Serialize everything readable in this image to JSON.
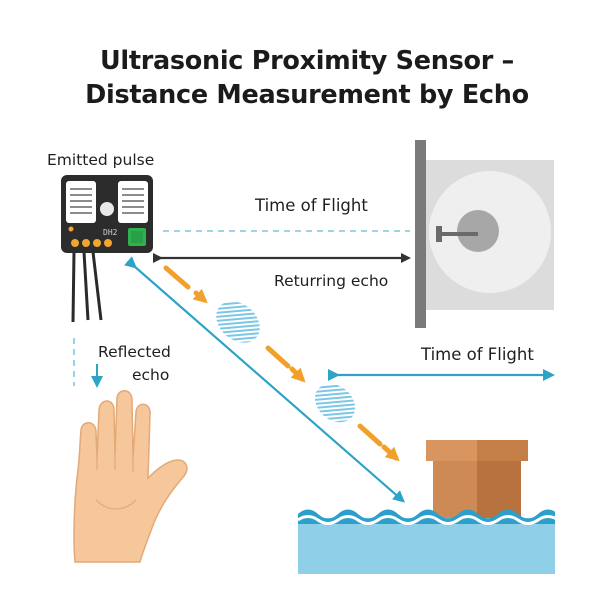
{
  "title": {
    "line1": "Ultrasonic Proximity Sensor –",
    "line2": "Distance Measurement by Echo"
  },
  "labels": {
    "emitted_pulse": "Emitted pulse",
    "time_of_flight_top": "Time of Flight",
    "returning_echo": "Returring echo",
    "reflected_echo_1": "Reflected",
    "reflected_echo_2": "echo",
    "time_of_flight_right": "Time of Flight"
  },
  "sensor": {
    "chip_text": "DH2"
  },
  "colors": {
    "title": "#1b1b1b",
    "arrow_dark": "#333333",
    "arrow_blue": "#2fa3c6",
    "arrow_orange": "#f1a12b",
    "dashed_blue": "#7fc6e0",
    "wave_blue": "#7cc7e6",
    "box_brown": "#cd8a55",
    "water": "#8fcfe8",
    "skin": "#f6c79a",
    "panel_gray": "#dcdcdc",
    "sensor_body": "#2c2c2c",
    "led_orange": "#f2a630",
    "led_green": "#2fb24e"
  },
  "icons": [
    "ultrasonic-sensor-icon",
    "wall-target-icon",
    "hand-icon",
    "box-icon",
    "water-icon"
  ]
}
